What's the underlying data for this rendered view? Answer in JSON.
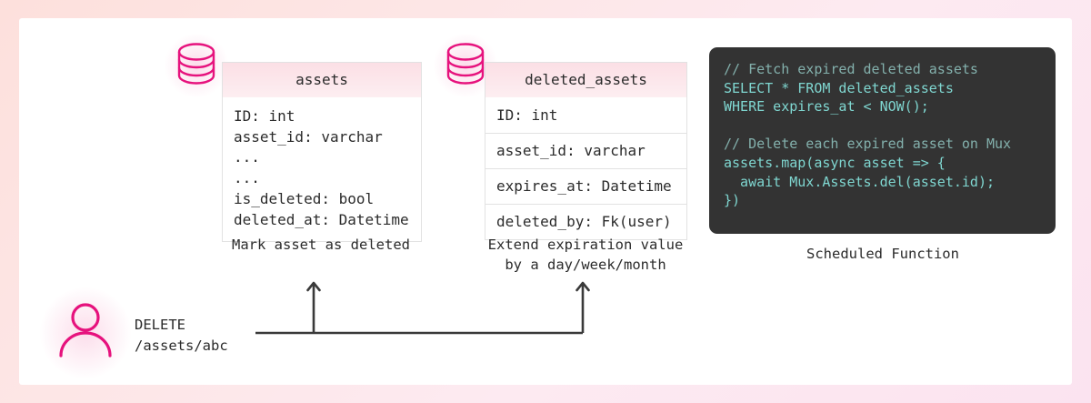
{
  "tables": [
    {
      "icon": "database-icon",
      "name": "assets",
      "style": "plain",
      "fields": [
        "ID: int",
        "asset_id: varchar",
        "...",
        "...",
        "is_deleted: bool",
        "deleted_at: Datetime"
      ],
      "caption": "Mark asset as deleted"
    },
    {
      "icon": "database-icon",
      "name": "deleted_assets",
      "style": "ruled",
      "fields": [
        "ID: int",
        "asset_id: varchar",
        "expires_at: Datetime",
        "deleted_by: Fk(user)"
      ],
      "caption": "Extend expiration value\nby a day/week/month"
    }
  ],
  "code_panel": {
    "caption": "Scheduled Function",
    "lines": [
      {
        "text": "// Fetch expired deleted assets",
        "kind": "comment"
      },
      {
        "text": "SELECT * FROM deleted_assets",
        "kind": "code"
      },
      {
        "text": "WHERE expires_at < NOW();",
        "kind": "code"
      },
      {
        "text": " ",
        "kind": "blank"
      },
      {
        "text": "// Delete each expired asset on Mux",
        "kind": "comment"
      },
      {
        "text": "assets.map(async asset => {",
        "kind": "code"
      },
      {
        "text": "  await Mux.Assets.del(asset.id);",
        "kind": "code"
      },
      {
        "text": "})",
        "kind": "code"
      }
    ]
  },
  "request": {
    "icon": "user-icon",
    "method": "DELETE",
    "path": "/assets/abc",
    "label": "DELETE\n/assets/abc"
  },
  "colors": {
    "accent_pink": "#e6127d",
    "frame_pink": "#fde3e4",
    "card_white": "#ffffff",
    "code_bg": "#333333",
    "code_text": "#7fd6d0",
    "code_comment": "#83b0ac",
    "table_header": "#fbdfe5",
    "border_gray": "#e2e2e2",
    "text_dark": "#2b2b2b",
    "connector": "#3a3a3a"
  }
}
